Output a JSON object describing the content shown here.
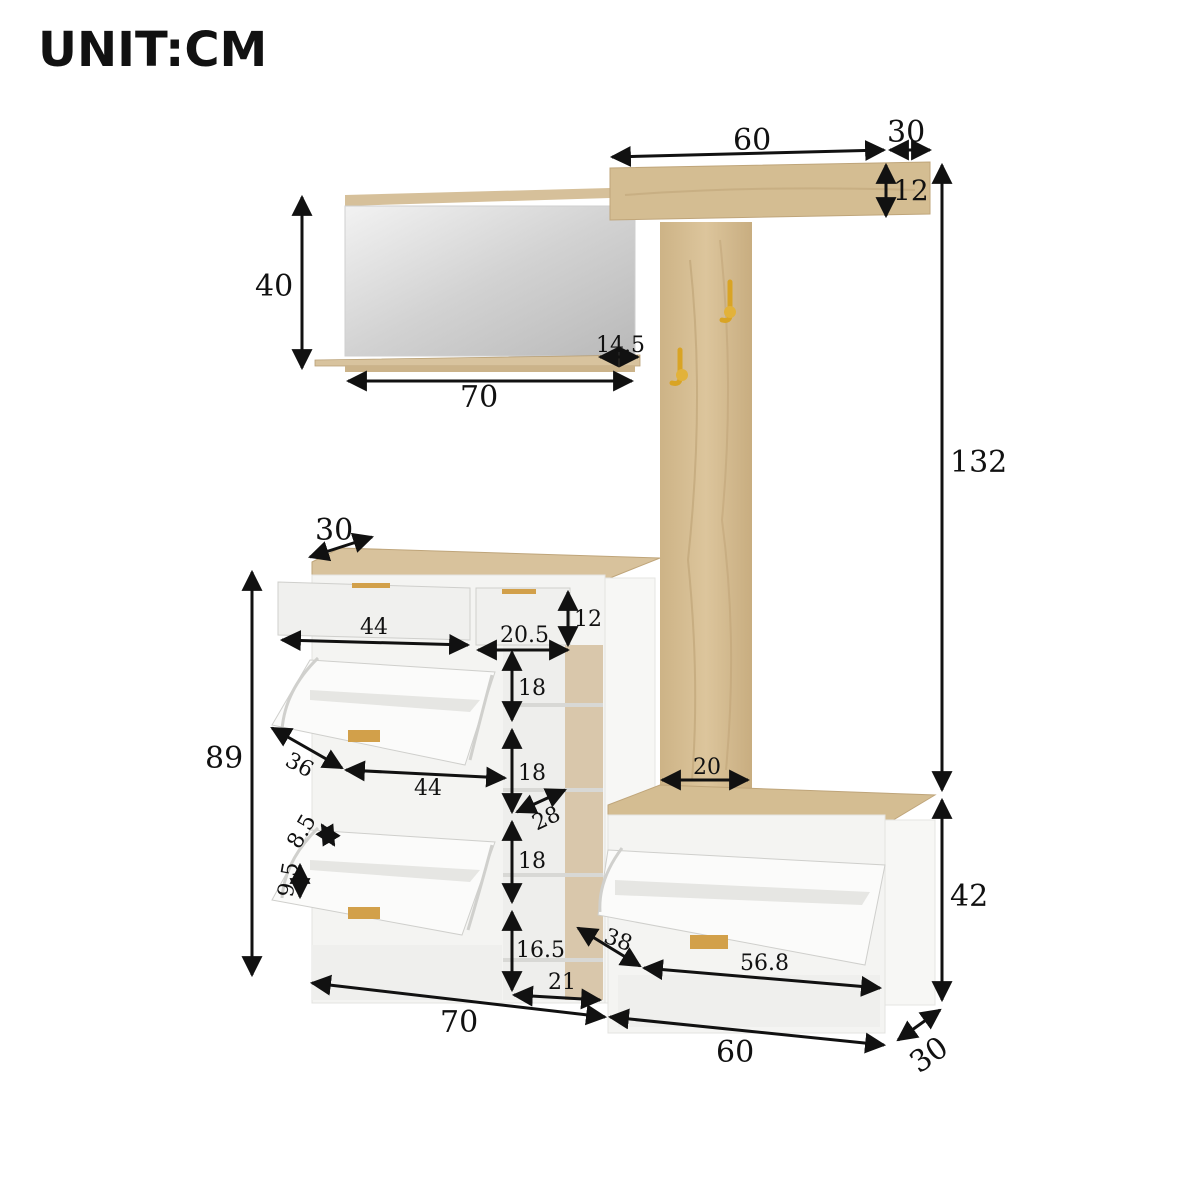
{
  "title": "UNIT:CM",
  "colors": {
    "wood": "#d4bd92",
    "wood_dark": "#bfa57a",
    "white_panel": "#f4f4f2",
    "shadow": "#e2e2df",
    "mirror": "#d9d9d9",
    "line": "#111111",
    "hook": "#d9a424"
  },
  "icons": [
    "coat-hook-icon",
    "drawer-handle-icon"
  ],
  "dimensions": {
    "shelf_width": "60",
    "shelf_depth_top": "30",
    "shelf_height": "12",
    "mirror_height": "40",
    "mirror_shelf_depth": "14.5",
    "mirror_width": "70",
    "coat_rack_height": "132",
    "cabinet_depth": "30",
    "drawer_left_width": "44",
    "drawer_right_width": "20.5",
    "drawer_height": "12",
    "open_shelf_1": "18",
    "open_shelf_2": "18",
    "open_shelf_3": "18",
    "open_shelf_4": "16.5",
    "cabinet_height": "89",
    "flap_depth_left": "36",
    "flap_width_left": "44",
    "shelf_depth_28": "28",
    "flap_gap_a": "8.5",
    "flap_gap_b": "9.5",
    "open_shelf_width": "21",
    "cabinet_width": "70",
    "coat_rack_width": "20",
    "bench_height": "42",
    "bench_flap_depth": "38",
    "bench_flap_width": "56.8",
    "bench_width": "60",
    "bench_depth": "30"
  }
}
